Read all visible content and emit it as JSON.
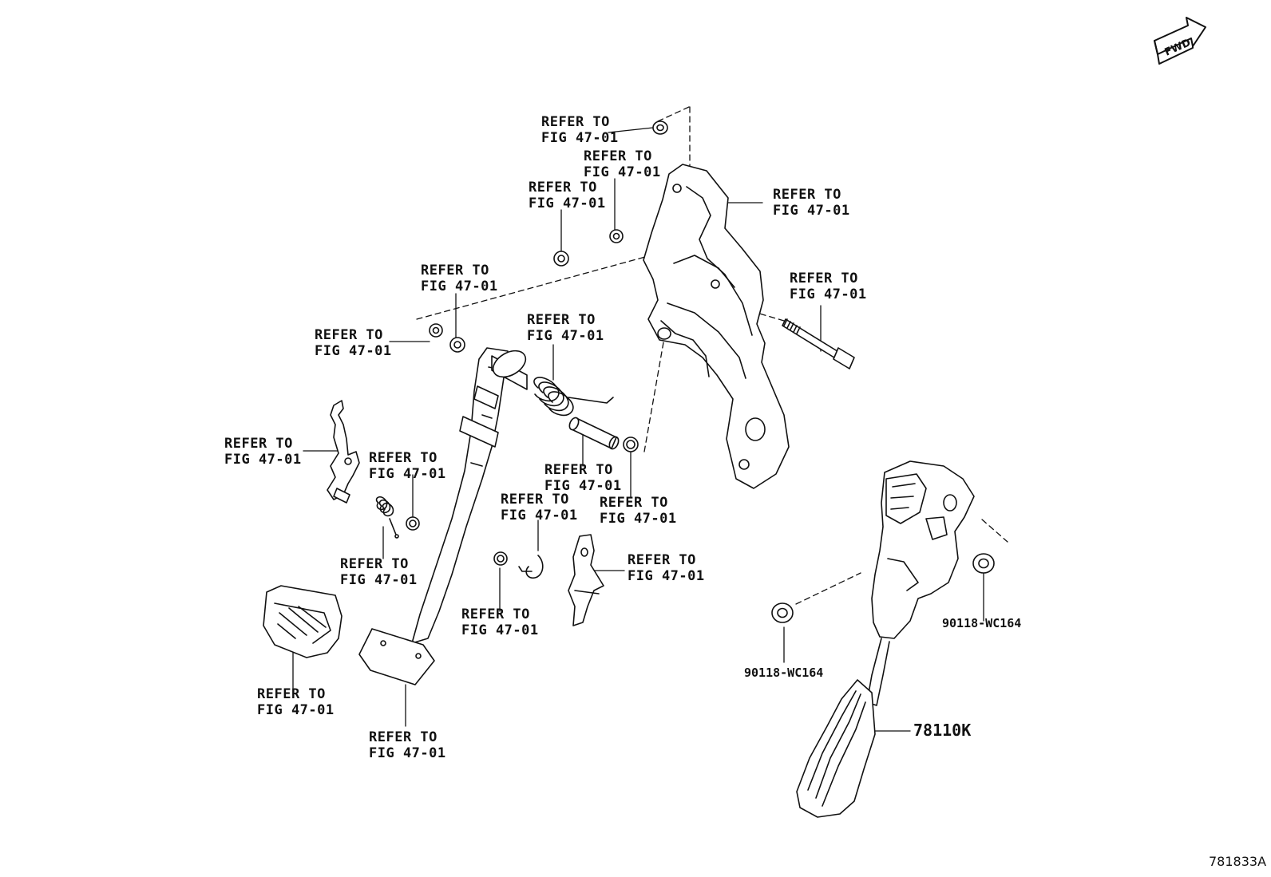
{
  "diagram": {
    "id": "781833A",
    "direction_indicator": "FWD",
    "callouts": [
      {
        "key": "nut-top",
        "line1": "REFER TO",
        "line2": "FIG 47-01"
      },
      {
        "key": "nut-upper-right",
        "line1": "REFER TO",
        "line2": "FIG 47-01"
      },
      {
        "key": "nut-upper-left",
        "line1": "REFER TO",
        "line2": "FIG 47-01"
      },
      {
        "key": "bracket",
        "line1": "REFER TO",
        "line2": "FIG 47-01"
      },
      {
        "key": "bolt",
        "line1": "REFER TO",
        "line2": "FIG 47-01"
      },
      {
        "key": "collar",
        "line1": "REFER TO",
        "line2": "FIG 47-01"
      },
      {
        "key": "bushing-left",
        "line1": "REFER TO",
        "line2": "FIG 47-01"
      },
      {
        "key": "spring",
        "line1": "REFER TO",
        "line2": "FIG 47-01"
      },
      {
        "key": "stop-lever",
        "line1": "REFER TO",
        "line2": "FIG 47-01"
      },
      {
        "key": "small-bushing",
        "line1": "REFER TO",
        "line2": "FIG 47-01"
      },
      {
        "key": "pin",
        "line1": "REFER TO",
        "line2": "FIG 47-01"
      },
      {
        "key": "pin-bushing",
        "line1": "REFER TO",
        "line2": "FIG 47-01"
      },
      {
        "key": "clip",
        "line1": "REFER TO",
        "line2": "FIG 47-01"
      },
      {
        "key": "small-spring",
        "line1": "REFER TO",
        "line2": "FIG 47-01"
      },
      {
        "key": "switch-bracket",
        "line1": "REFER TO",
        "line2": "FIG 47-01"
      },
      {
        "key": "cushion",
        "line1": "REFER TO",
        "line2": "FIG 47-01"
      },
      {
        "key": "pedal-pad",
        "line1": "REFER TO",
        "line2": "FIG 47-01"
      },
      {
        "key": "brake-pedal",
        "line1": "REFER TO",
        "line2": "FIG 47-01"
      }
    ],
    "part_numbers": {
      "nut_right": "90118-WC164",
      "nut_left": "90118-WC164",
      "accelerator_pedal": "78110K"
    }
  }
}
